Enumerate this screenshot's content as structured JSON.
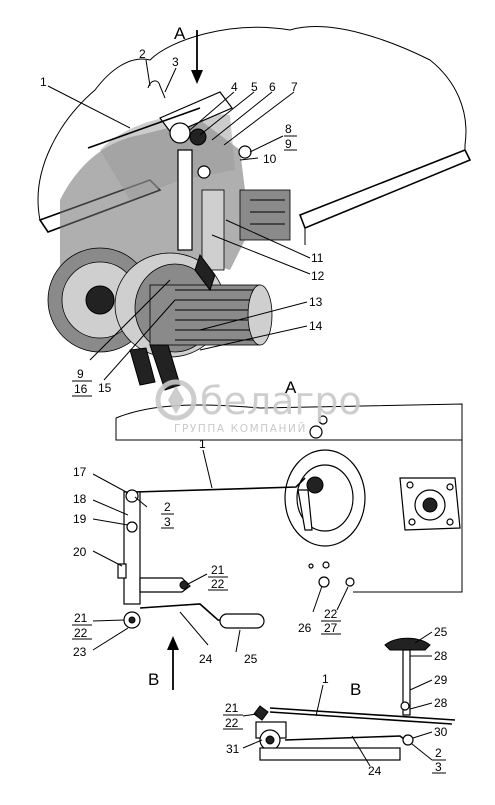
{
  "views": {
    "a_top": "A",
    "a_detail": "A",
    "b_arrow": "B",
    "b_detail": "B"
  },
  "callouts": {
    "c1": "1",
    "c2": "2",
    "c3": "3",
    "c4": "4",
    "c5": "5",
    "c6": "6",
    "c7": "7",
    "c8_9_num": "8",
    "c8_9_den": "9",
    "c10": "10",
    "c11": "11",
    "c12": "12",
    "c13": "13",
    "c14": "14",
    "c9_16_num": "9",
    "c9_16_den": "16",
    "c15": "15",
    "a1": "1",
    "a17": "17",
    "a2_3_num": "2",
    "a2_3_den": "3",
    "a18": "18",
    "a19": "19",
    "a20": "20",
    "a21_22_num": "21",
    "a21_22_den": "22",
    "a21_22b_num": "21",
    "a21_22b_den": "22",
    "a23": "23",
    "a24": "24",
    "a25": "25",
    "a26": "26",
    "a22_27_num": "22",
    "a22_27_den": "27",
    "b1": "1",
    "b25": "25",
    "b28": "28",
    "b29": "29",
    "b28b": "28",
    "b21_22_num": "21",
    "b21_22_den": "22",
    "b30": "30",
    "b31": "31",
    "b24": "24",
    "b2_3_num": "2",
    "b2_3_den": "3"
  },
  "watermark": {
    "brand": "белагро",
    "subtitle": "ГРУППА КОМПАНИЙ"
  },
  "icon": "belagro-logo-icon"
}
